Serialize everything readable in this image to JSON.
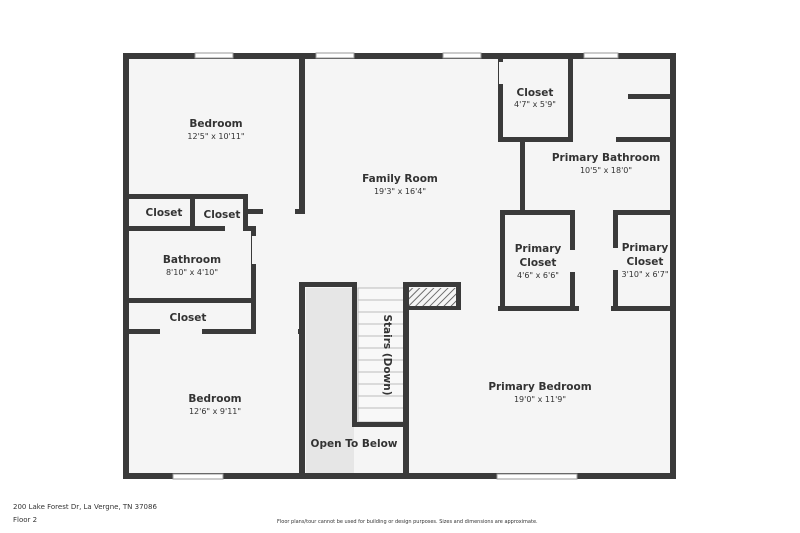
{
  "rooms": [
    {
      "name": "Bedroom",
      "dim": "12'5\" x 10'11\""
    },
    {
      "name": "Family Room",
      "dim": "19'3\" x 16'4\""
    },
    {
      "name": "Closet",
      "dim": "4'7\" x 5'9\""
    },
    {
      "name": "Primary Bathroom",
      "dim": "10'5\" x 18'0\""
    },
    {
      "name": "Closet",
      "dim": ""
    },
    {
      "name": "Closet",
      "dim": ""
    },
    {
      "name": "Bathroom",
      "dim": "8'10\" x 4'10\""
    },
    {
      "name": "Primary",
      "name2": "Closet",
      "dim": "4'6\" x 6'6\""
    },
    {
      "name": "Primary",
      "name2": "Closet",
      "dim": "3'10\" x 6'7\""
    },
    {
      "name": "Closet",
      "dim": ""
    },
    {
      "name": "Stairs (Down)"
    },
    {
      "name": "Primary Bedroom",
      "dim": "19'0\" x 11'9\""
    },
    {
      "name": "Bedroom",
      "dim": "12'6\" x 9'11\""
    },
    {
      "name": "Open To Below"
    }
  ],
  "footer": {
    "address": "200 Lake Forest Dr, La Vergne, TN 37086",
    "floor": "Floor 2",
    "disclaimer": "Floor plans/tour cannot be used for building or design purposes. Sizes and dimensions are approximate."
  },
  "colors": {
    "wall": "#3a3a3a",
    "floor": "#f5f5f5",
    "open_to_below": "#e6e6e6"
  }
}
